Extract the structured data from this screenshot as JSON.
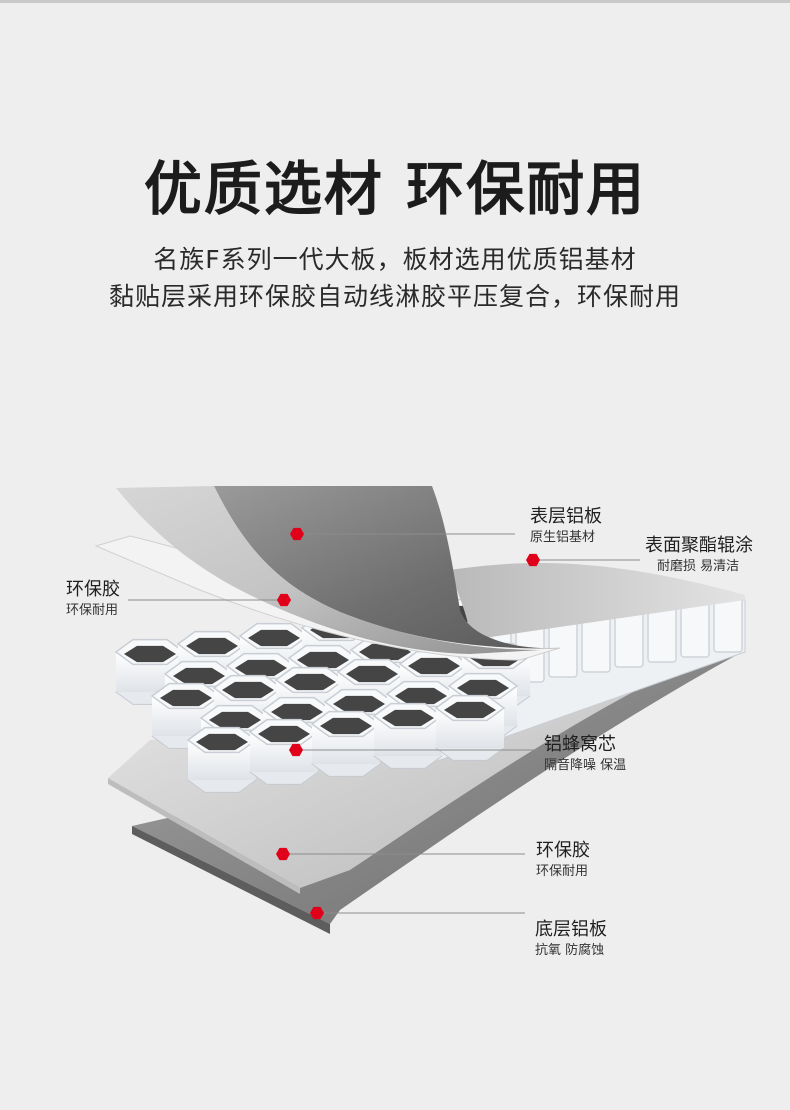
{
  "headline": "优质选材 环保耐用",
  "description": {
    "line1": "名族F系列一代大板，板材选用优质铝基材",
    "line2": "黏贴层采用环保胶自动线淋胶平压复合，环保耐用"
  },
  "callouts": {
    "top_panel": {
      "title": "表层铝板",
      "detail": "原生铝基材"
    },
    "coating": {
      "title": "表面聚酯辊涂",
      "detail": "耐磨损 易清洁"
    },
    "glue_top": {
      "title": "环保胶",
      "detail": "环保耐用"
    },
    "honeycomb": {
      "title": "铝蜂窝芯",
      "detail": "隔音降噪 保温"
    },
    "glue_bottom": {
      "title": "环保胶",
      "detail": "环保耐用"
    },
    "bottom_panel": {
      "title": "底层铝板",
      "detail": "抗氧 防腐蚀"
    }
  },
  "colors": {
    "background": "#eeeeee",
    "marker": "#e0001a",
    "panel_dark": "#8a8a8a",
    "panel_light": "#d8d8d8",
    "honeycomb_light": "#f4f6f8",
    "honeycomb_shadow": "#3a3a3a"
  }
}
